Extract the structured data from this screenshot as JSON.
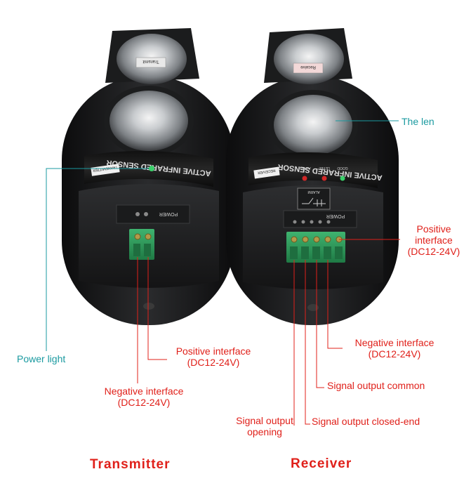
{
  "devices": {
    "transmitter": {
      "top_lens_tag": "Transmit",
      "band_text": "ACTIVE INFRARED SENSOR",
      "side_tag": "TRANSMITTER",
      "terminal_label": "POWER"
    },
    "receiver": {
      "top_lens_tag": "Receive",
      "band_text": "ACTIVE INFRARED SENSOR",
      "side_tag": "RECEIVER",
      "led_labels": [
        "ALARM",
        "LEVEL",
        "GOOD"
      ],
      "panel_label": "ALARM",
      "terminal_label": "POWER"
    }
  },
  "callouts": {
    "the_len": "The len",
    "power_light": "Power light",
    "rx_positive": [
      "Positive",
      "interface",
      "(DC12-24V)"
    ],
    "tx_positive": [
      "Positive interface",
      "(DC12-24V)"
    ],
    "rx_negative": [
      "Negative interface",
      "(DC12-24V)"
    ],
    "tx_negative": [
      "Negative interface",
      "(DC12-24V)"
    ],
    "signal_common": "Signal output common",
    "signal_opening": [
      "Signal output",
      "opening"
    ],
    "signal_closed": "Signal output closed-end"
  },
  "titles": {
    "transmitter": "Transmitter",
    "receiver": "Receiver"
  },
  "colors": {
    "label_red": "#e0201a",
    "label_teal": "#1a9aa0",
    "terminal_green": "#2e9c5c",
    "led_green": "#3ad06a",
    "led_red": "#d02828"
  }
}
